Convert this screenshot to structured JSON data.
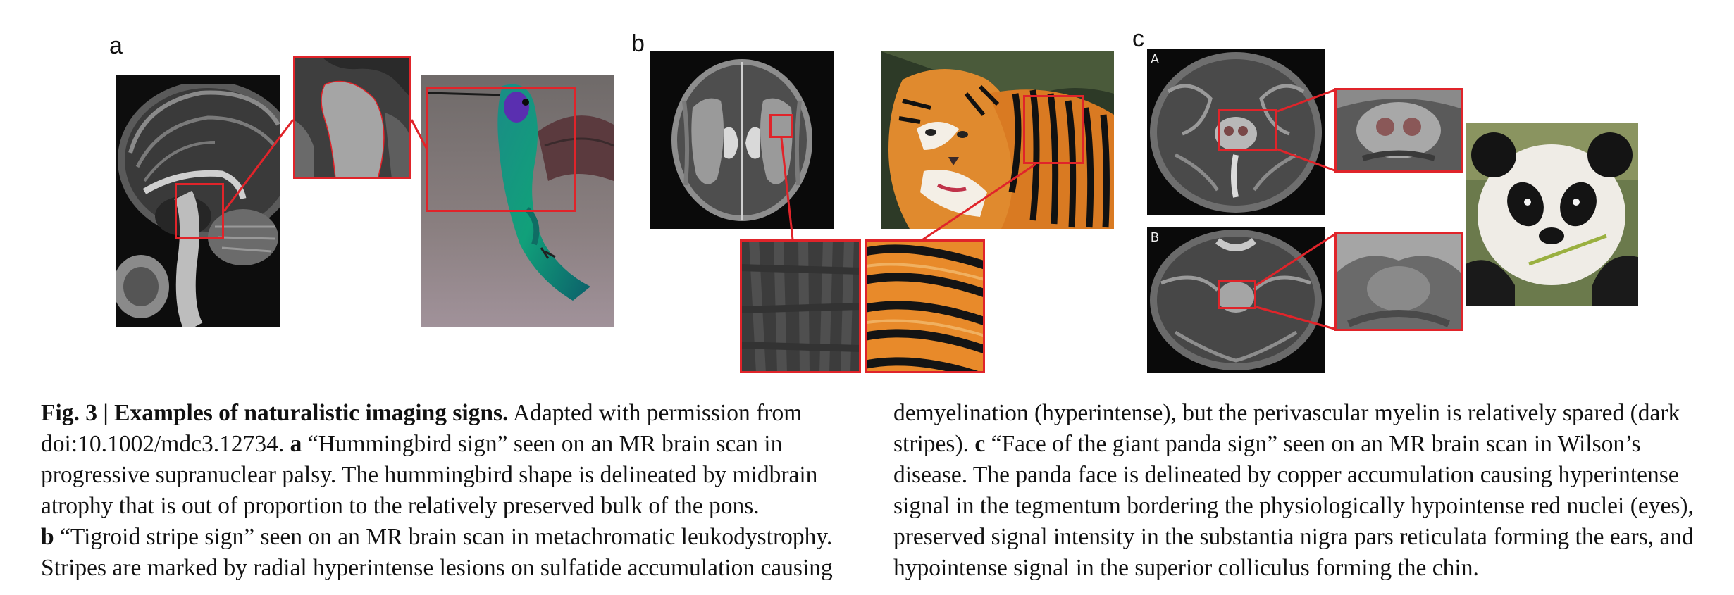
{
  "panels": {
    "a": "a",
    "b": "b",
    "c": "c"
  },
  "inset_labels": {
    "c_top": "A",
    "c_bottom": "B"
  },
  "colors": {
    "highlight": "#e0242a"
  },
  "caption": {
    "fig_label": "Fig. 3 | Examples of naturalistic imaging signs.",
    "intro": " Adapted with permission from doi:10.1002/mdc3.12734. ",
    "a_letter": "a",
    "a_text": " “Hummingbird sign” seen on an MR brain scan in progressive supranuclear palsy. The hummingbird shape is delineated by midbrain atrophy that is out of proportion to the relatively preserved bulk of the pons.",
    "b_letter": "b",
    "b_text_left": " “Tigroid stripe sign” seen on an MR brain scan in metachromatic leukodystrophy. Stripes are marked by radial hyperintense lesions on sulfatide accumulation causing",
    "b_text_right": "demyelination (hyperintense), but the perivascular myelin is relatively spared (dark stripes). ",
    "c_letter": "c",
    "c_text": " “Face of the giant panda sign” seen on an MR brain scan in Wilson’s disease. The panda face is delineated by copper accumulation causing hyperintense signal in the tegmentum bordering the physiologically hypointense red nuclei (eyes), preserved signal intensity in the substantia nigra pars reticulata forming the ears, and hypointense signal in the superior colliculus forming the chin."
  }
}
